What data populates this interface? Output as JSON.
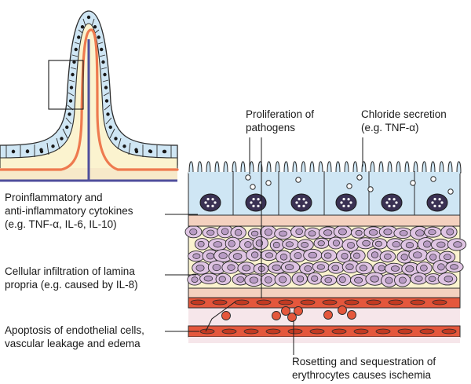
{
  "labels": {
    "proliferation": {
      "line1": "Proliferation of",
      "line2": "pathogens"
    },
    "chloride": {
      "line1": "Chloride secretion",
      "line2": "(e.g. TNF-α)"
    },
    "cytokines": {
      "line1": "Proinflammatory and",
      "line2": "anti-inflammatory cytokines",
      "line3": "(e.g. TNF-α, IL-6, IL-10)"
    },
    "infiltration": {
      "line1": "Cellular infiltration of lamina",
      "line2": "propria (e.g. caused by IL-8)"
    },
    "apoptosis": {
      "line1": "Apoptosis of endothelial cells,",
      "line2": "vascular leakage and edema"
    },
    "rosetting": {
      "line1": "Rosetting and sequestration of",
      "line2": "erythrocytes causes ischemia"
    }
  },
  "colors": {
    "epithelium": "#cfe6f4",
    "villus_core": "#fbf3cf",
    "submucosa": "#f4d1bf",
    "vessel_red": "#e4573c",
    "vessel_dark": "#c23a22",
    "capillary": "#ee7a4f",
    "central_line": "#4f4e9c",
    "infiltrate": "#e0c5e4",
    "nucleus": "#3a3153",
    "interstitium": "#f6e6ea"
  }
}
